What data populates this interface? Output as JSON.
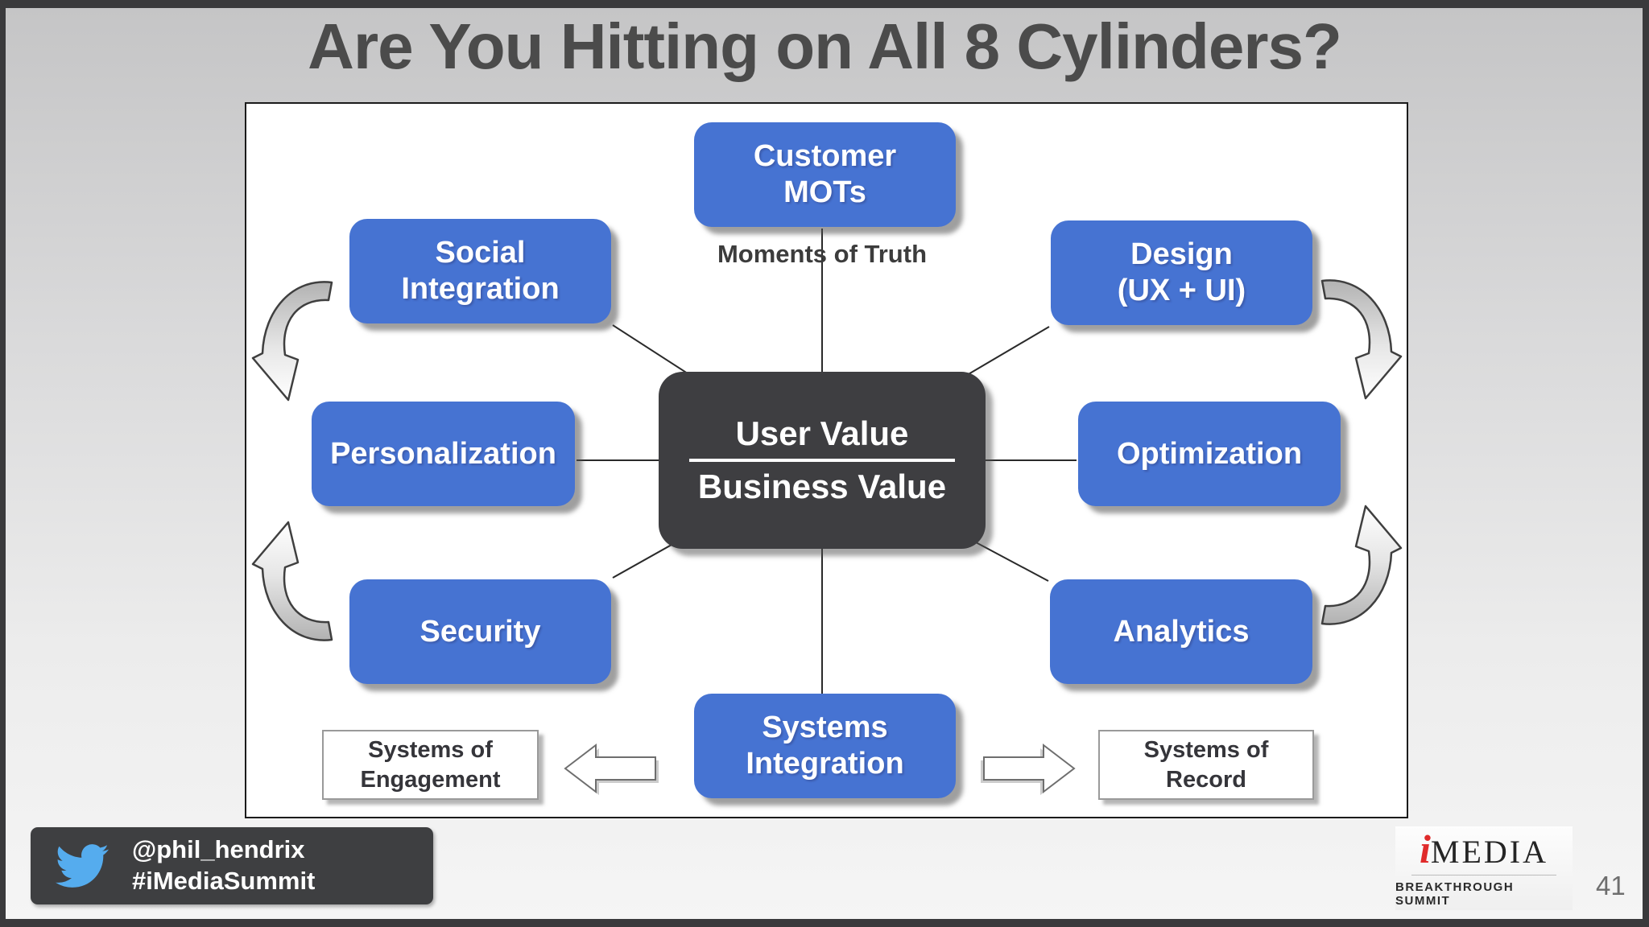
{
  "title": "Are You Hitting on All 8 Cylinders?",
  "diagram": {
    "annotation": "Moments of Truth",
    "center": {
      "numerator": "User Value",
      "denominator": "Business Value"
    },
    "nodes": {
      "customer_mots": "Customer\nMOTs",
      "social_integration": "Social\nIntegration",
      "design": "Design\n(UX + UI)",
      "personalization": "Personalization",
      "optimization": "Optimization",
      "security": "Security",
      "analytics": "Analytics",
      "systems_integration": "Systems\nIntegration"
    },
    "side_labels": {
      "engagement": "Systems of\nEngagement",
      "record": "Systems of\nRecord"
    }
  },
  "footer": {
    "twitter_handle": "@phil_hendrix",
    "hashtag": "#iMediaSummit",
    "page_number": "41",
    "logo": {
      "i": "i",
      "name": "MEDIA",
      "tagline": "BREAKTHROUGH SUMMIT"
    }
  },
  "colors": {
    "node_blue": "#4673D2",
    "center_dark": "#3E3E41",
    "title_gray": "#4B4B4B",
    "accent_red": "#E02B2B",
    "twitter_blue": "#55ACEE"
  }
}
